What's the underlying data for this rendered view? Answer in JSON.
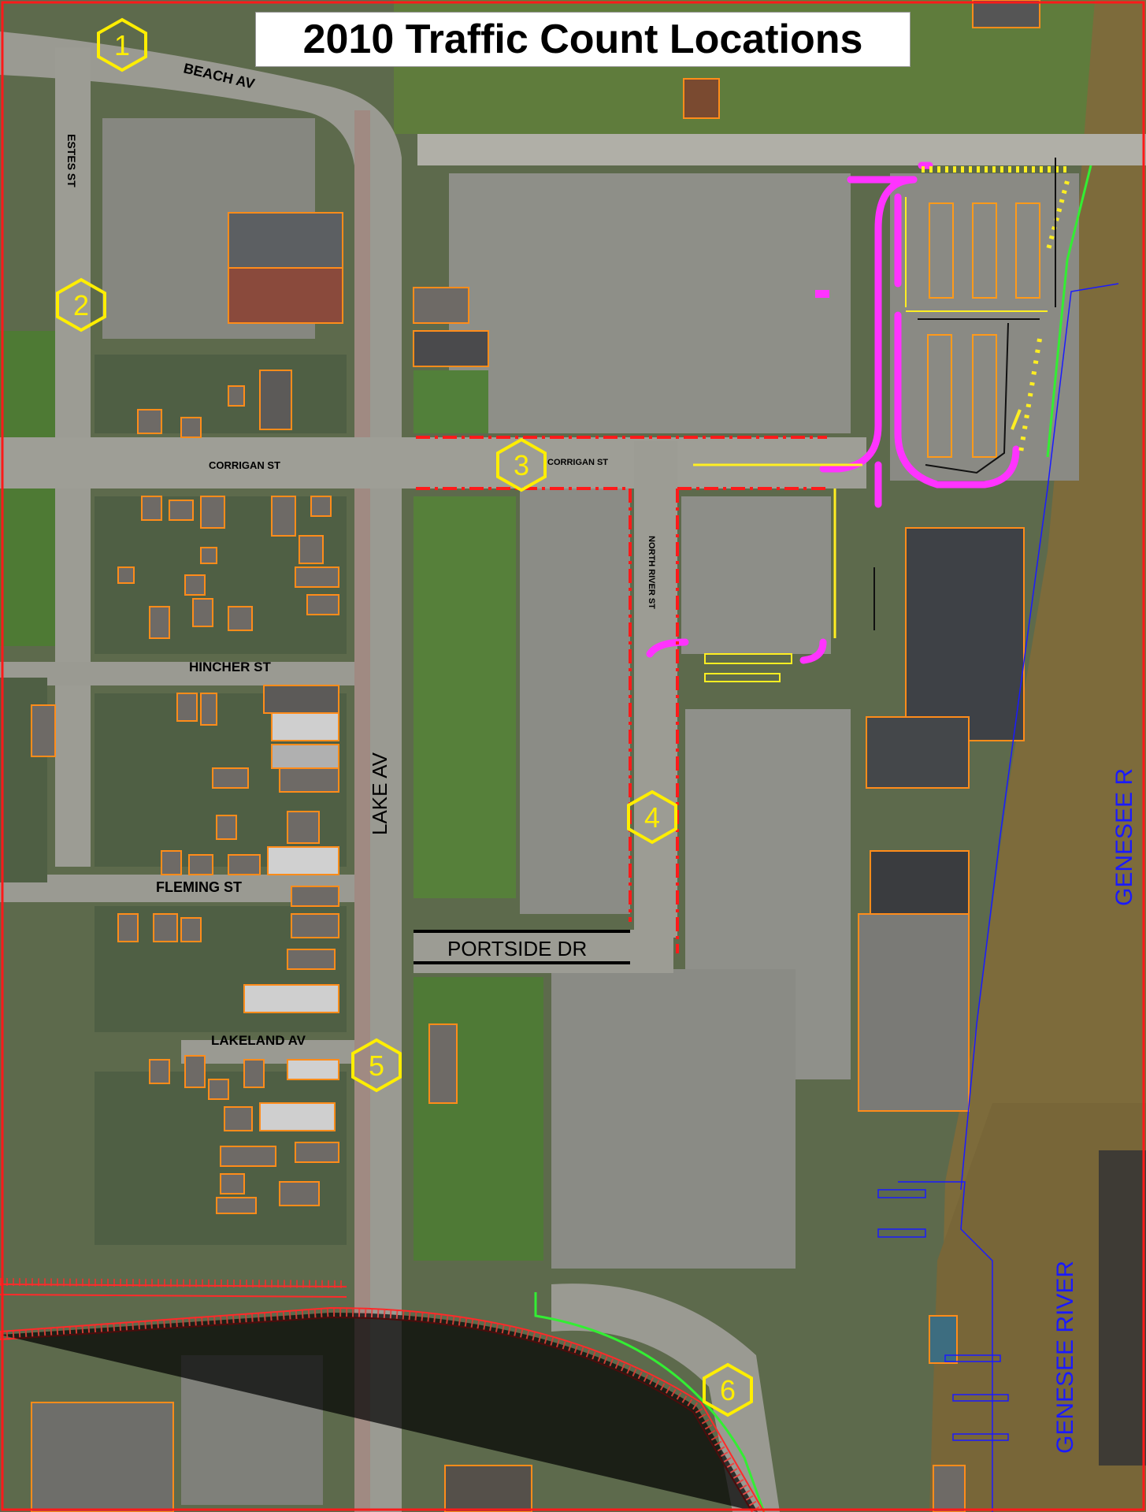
{
  "title": "2010 Traffic Count Locations",
  "count_locations": [
    {
      "id": "loc-1",
      "label": "1"
    },
    {
      "id": "loc-2",
      "label": "2"
    },
    {
      "id": "loc-3",
      "label": "3"
    },
    {
      "id": "loc-4",
      "label": "4"
    },
    {
      "id": "loc-5",
      "label": "5"
    },
    {
      "id": "loc-6",
      "label": "6"
    }
  ],
  "streets": {
    "beach_av": "BEACH AV",
    "estes_st": "ESTES ST",
    "corrigan_st_west": "CORRIGAN ST",
    "corrigan_st_east": "CORRIGAN ST",
    "north_river_st": "NORTH RIVER ST",
    "hincher_st": "HINCHER ST",
    "lake_av": "LAKE AV",
    "fleming_st": "FLEMING ST",
    "portside_dr": "PORTSIDE DR",
    "lakeland_av": "LAKELAND AV"
  },
  "water": {
    "genesee_label_1": "GENESEE R",
    "genesee_label_2": "GENESEE RIVER"
  },
  "colors": {
    "marker_outline": "#ffee00",
    "marker_text": "#ffee00",
    "dashed_route": "#ff1a1a",
    "proposed_curb": "#ff33ff",
    "parking_stripes": "#ffee22",
    "rail": "#ff2a2a",
    "green_line": "#33ee33",
    "building_outline": "#ff8c1a",
    "river": "#7a6a3a",
    "water_label": "#1a1aff"
  }
}
